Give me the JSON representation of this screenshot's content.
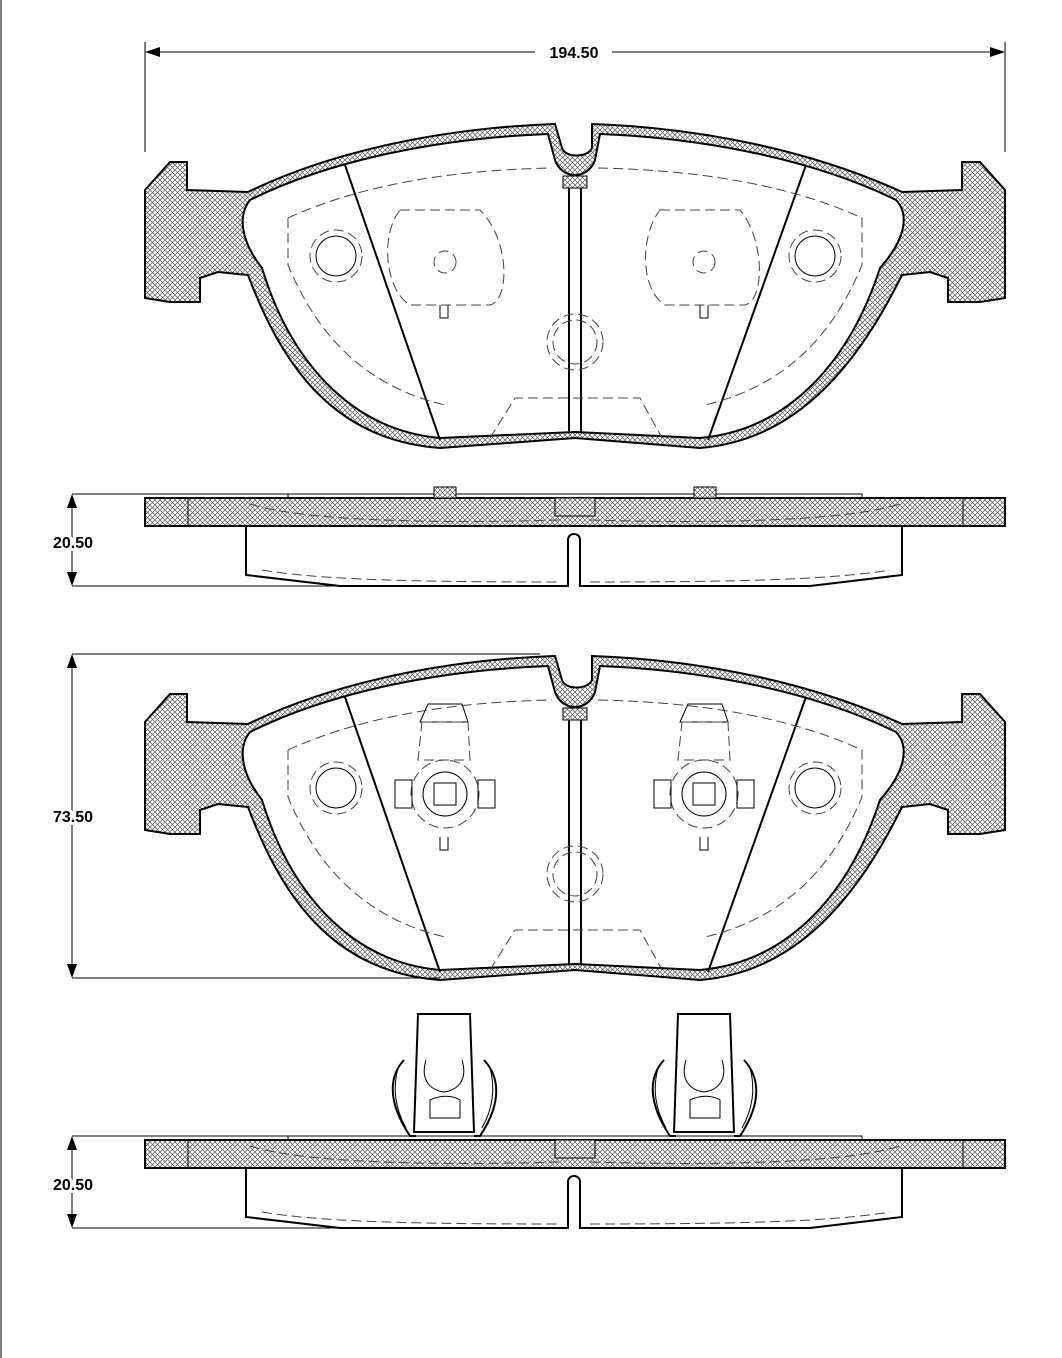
{
  "dimensions": {
    "width": "194.50",
    "thickness_top": "20.50",
    "height": "73.50",
    "thickness_bottom": "20.50"
  },
  "colors": {
    "line": "#000000",
    "hatch": "#444444",
    "background": "#ffffff"
  }
}
